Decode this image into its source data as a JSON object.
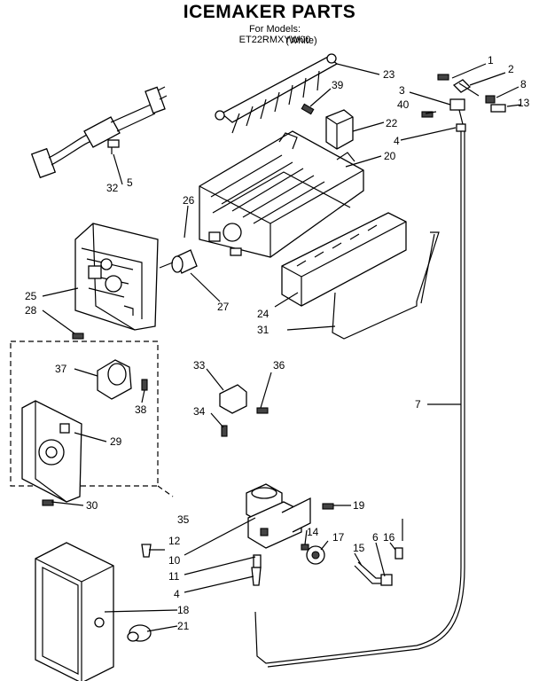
{
  "header": {
    "title": "ICEMAKER PARTS",
    "models": "For Models: ET22RMXYW00",
    "variant": "(White)"
  },
  "callouts": {
    "c1": "1",
    "c2": "2",
    "c3": "3",
    "c4a": "4",
    "c4b": "4",
    "c5": "5",
    "c6": "6",
    "c7": "7",
    "c8": "8",
    "c10": "10",
    "c11": "11",
    "c12": "12",
    "c13": "13",
    "c14": "14",
    "c15": "15",
    "c16": "16",
    "c17": "17",
    "c18": "18",
    "c19": "19",
    "c20": "20",
    "c21": "21",
    "c22": "22",
    "c23": "23",
    "c24": "24",
    "c25": "25",
    "c26": "26",
    "c27": "27",
    "c28": "28",
    "c29": "29",
    "c30": "30",
    "c31": "31",
    "c32": "32",
    "c33": "33",
    "c34": "34",
    "c35": "35",
    "c36": "36",
    "c37": "37",
    "c38": "38",
    "c39": "39",
    "c40": "40"
  }
}
